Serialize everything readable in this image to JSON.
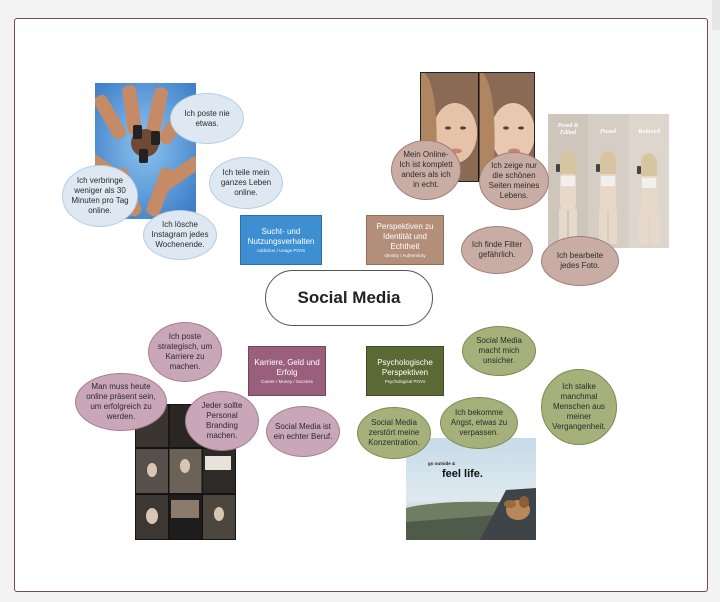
{
  "center": {
    "title": "Social Media"
  },
  "categories": [
    {
      "title": "Sucht- und Nutzungsverhalten",
      "subtitle": "Addiction / Usage POVs",
      "color": "#3d8fd1"
    },
    {
      "title": "Perspektiven zu Identität und Echtheit",
      "subtitle": "Identity / Authenticity",
      "color": "#b38e7a"
    },
    {
      "title": "Karriere, Geld und Erfolg",
      "subtitle": "Career / Money / Success",
      "color": "#9a5f7d"
    },
    {
      "title": "Psychologische Perspektiven",
      "subtitle": "Psychological POVs",
      "color": "#5b6a35"
    }
  ],
  "bubbles": {
    "usage": [
      "Ich poste nie etwas.",
      "Ich teile mein ganzes Leben online.",
      "Ich verbringe weniger als 30 Minuten pro Tag online.",
      "Ich lösche Instagram jedes Wochenende."
    ],
    "identity": [
      "Mein Online-Ich ist komplett anders als ich in echt.",
      "Ich zeige nur die schönen Seiten meines Lebens.",
      "Ich finde Filter gefährlich.",
      "Ich bearbeite jedes Foto."
    ],
    "career": [
      "Ich poste strategisch, um Karriere zu machen.",
      "Man muss heute online präsent sein, um erfolgreich zu werden.",
      "Jeder sollte Personal Branding machen.",
      "Social Media ist ein echter Beruf."
    ],
    "psych": [
      "Social Media macht mich unsicher.",
      "Ich stalke manchmal Menschen aus meiner Vergangenheit.",
      "Ich bekomme Angst, etwas zu verpassen.",
      "Social Media zerstört meine Konzentration."
    ]
  },
  "images": {
    "poses": [
      "Posed & Edited",
      "Posed",
      "Relaxed"
    ],
    "ad_line1": "go outside &",
    "ad_line2": "feel life."
  }
}
